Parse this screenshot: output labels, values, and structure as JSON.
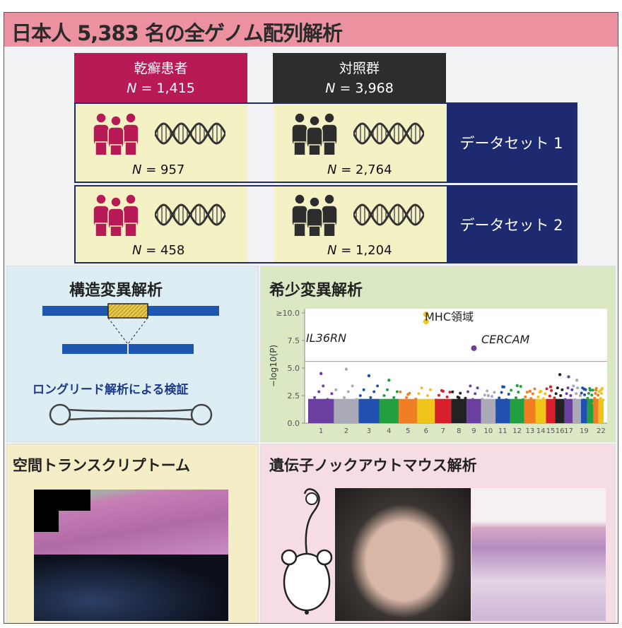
{
  "title": "日本人 5,383 名の全ゲノム配列解析",
  "groups": {
    "cases": {
      "label": "乾癬患者",
      "n_prefix": "N",
      "n_value": "= 1,415",
      "color": "#b81a55"
    },
    "controls": {
      "label": "対照群",
      "n_prefix": "N",
      "n_value": "= 3,968",
      "color": "#2d2d2d"
    }
  },
  "datasets": [
    {
      "label": "データセット 1",
      "cases_n": "= 957",
      "controls_n": "= 2,764"
    },
    {
      "label": "データセット 2",
      "cases_n": "= 458",
      "controls_n": "= 1,204"
    }
  ],
  "n_symbol": "N",
  "structural": {
    "title": "構造変異解析",
    "caption": "ロングリード解析による検証"
  },
  "rare": {
    "title": "希少変異解析"
  },
  "spatial": {
    "title": "空間トランスクリプトーム"
  },
  "knockout": {
    "title": "遺伝子ノックアウトマウス解析"
  },
  "chart_data": {
    "type": "scatter",
    "ylabel": "−log10(P)",
    "ylim": [
      0,
      10
    ],
    "yticks": [
      "0.0",
      "2.5",
      "5.0",
      "7.5",
      "≥10.0"
    ],
    "threshold": 5.6,
    "chromosomes": [
      "1",
      "2",
      "3",
      "4",
      "5",
      "6",
      "7",
      "8",
      "9",
      "10",
      "11",
      "12",
      "13",
      "14",
      "15",
      "16",
      "17",
      "18",
      "19",
      "20",
      "21",
      "22"
    ],
    "xtick_labels": [
      "1",
      "2",
      "3",
      "4",
      "5",
      "6",
      "7",
      "8",
      "9",
      "10",
      "11",
      "12",
      "13",
      "14",
      "15",
      "16",
      "17",
      "",
      "19",
      "",
      "",
      "22"
    ],
    "colors": [
      "#6a3fa0",
      "#a9a9b8",
      "#2050b0",
      "#22a040",
      "#ef7f22",
      "#f0c419",
      "#d8202a",
      "#222222",
      "#6a3fa0",
      "#a9a9b8",
      "#2050b0",
      "#22a040",
      "#ef7f22",
      "#f0c419",
      "#d8202a",
      "#222222",
      "#6a3fa0",
      "#a9a9b8",
      "#2050b0",
      "#22a040",
      "#ef7f22",
      "#f0c419"
    ],
    "peak_values": [
      4.5,
      4.9,
      4.3,
      3.9,
      2.6,
      10,
      2.9,
      2.3,
      6.8,
      2.5,
      3.3,
      3.4,
      2.9,
      2.9,
      3.3,
      4.4,
      4.2,
      3.9,
      3.1,
      3.0,
      3.0,
      3.0
    ],
    "annotations": [
      {
        "label": "IL36RN",
        "chrom": "2",
        "value": 4.9
      },
      {
        "label": "MHC領域",
        "chrom": "6",
        "value": 10
      },
      {
        "label": "CERCAM",
        "chrom": "9",
        "value": 6.8
      }
    ]
  }
}
